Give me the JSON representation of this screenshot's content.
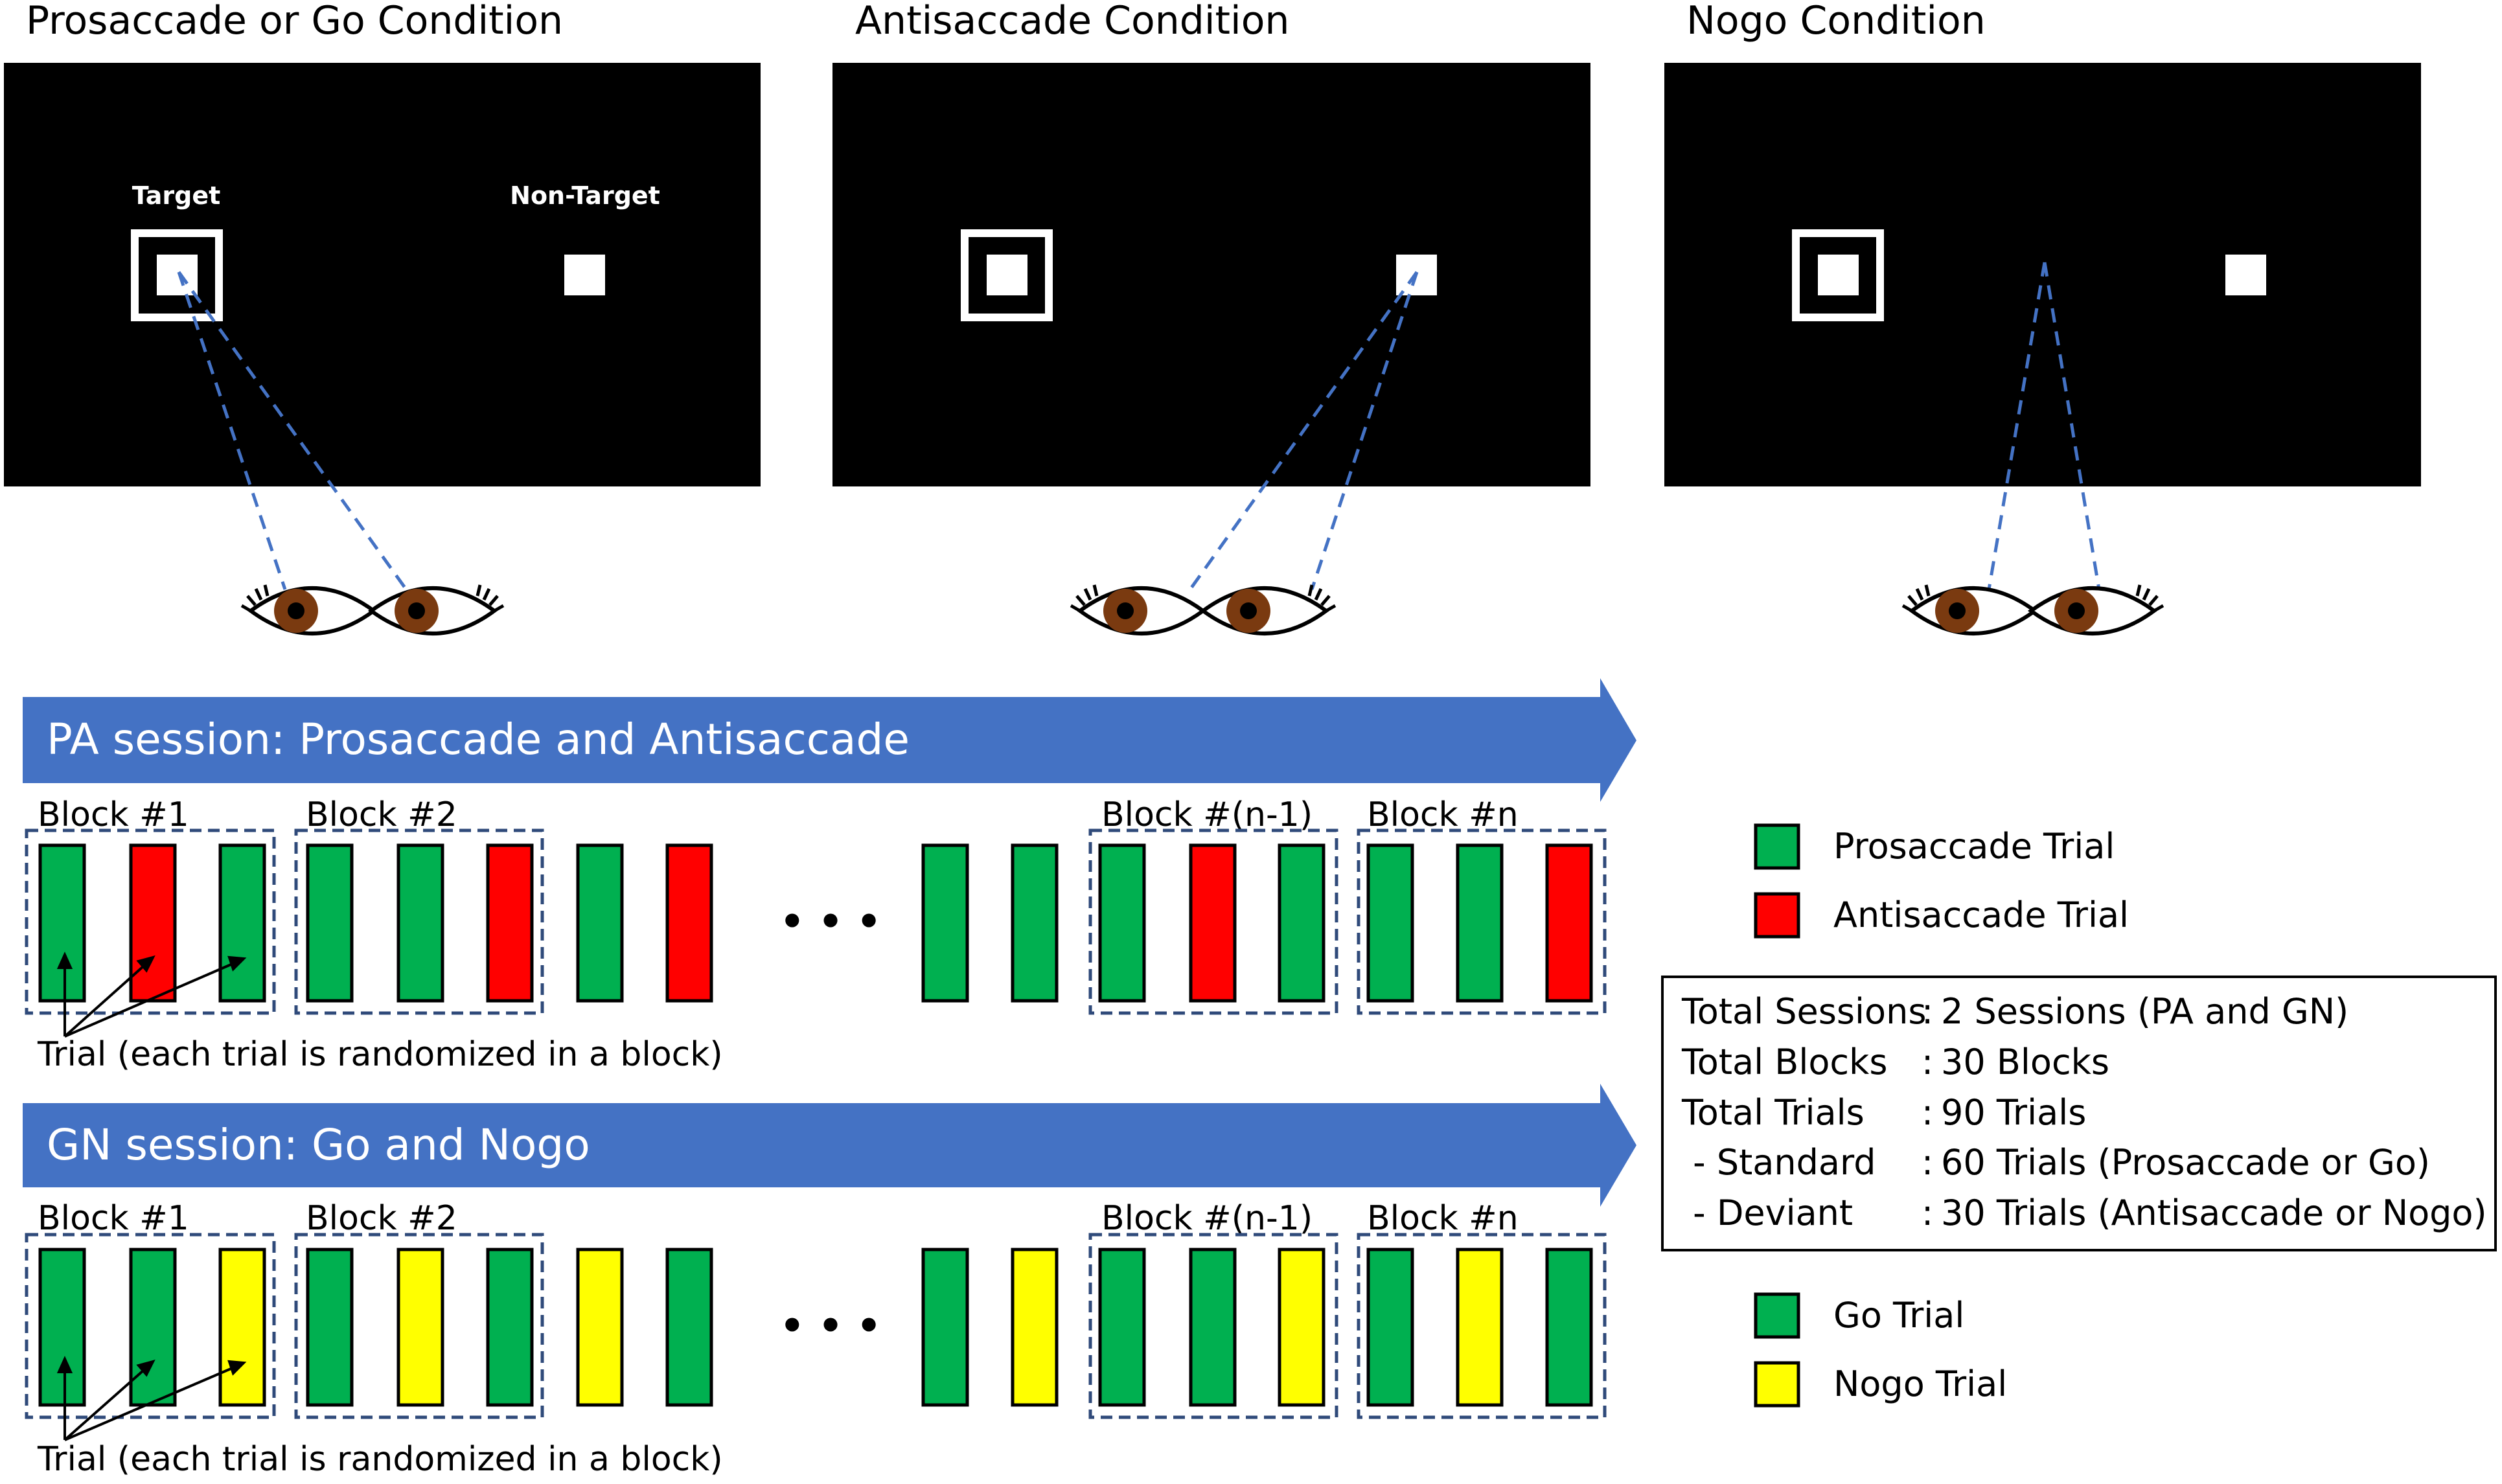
{
  "conditions": {
    "prosaccade": {
      "title": "Prosaccade or Go Condition",
      "target_label": "Target",
      "nontarget_label": "Non-Target"
    },
    "antisaccade": {
      "title": "Antisaccade Condition"
    },
    "nogo": {
      "title": "Nogo Condition"
    }
  },
  "sessions": {
    "pa": {
      "title": "PA session: Prosaccade and Antisaccade",
      "block_labels": [
        "Block #1",
        "Block #2",
        "Block #(n-1)",
        "Block #n"
      ],
      "trials": [
        "P",
        "A",
        "P",
        "P",
        "P",
        "A",
        "P",
        "A",
        "P",
        "P",
        "P",
        "A",
        "P",
        "P",
        "P",
        "A"
      ],
      "trial_note": "Trial (each trial is randomized in a block)",
      "ellipsis": "• • •"
    },
    "gn": {
      "title": "GN session: Go and Nogo",
      "block_labels": [
        "Block #1",
        "Block #2",
        "Block #(n-1)",
        "Block #n"
      ],
      "trials": [
        "G",
        "G",
        "N",
        "G",
        "N",
        "G",
        "N",
        "G",
        "G",
        "N",
        "G",
        "G",
        "N",
        "G",
        "N",
        "G"
      ],
      "trial_note": "Trial (each trial is randomized in a block)",
      "ellipsis": "• • •"
    }
  },
  "legend": {
    "prosaccade": "Prosaccade Trial",
    "antisaccade": "Antisaccade Trial",
    "go": "Go Trial",
    "nogo": "Nogo Trial"
  },
  "summary": {
    "rows": [
      {
        "label": "Total Sessions",
        "sep": ": ",
        "value": "2 Sessions (PA and GN)"
      },
      {
        "label": "Total Blocks",
        "sep": ": ",
        "value": "30 Blocks"
      },
      {
        "label": "Total Trials",
        "sep": ": ",
        "value": "90 Trials"
      },
      {
        "label": " - Standard",
        "sep": ": ",
        "value": "60 Trials (Prosaccade or Go)"
      },
      {
        "label": " - Deviant",
        "sep": ": ",
        "value": "30 Trials (Antisaccade or Nogo)"
      }
    ]
  },
  "colors": {
    "screen": "#000000",
    "arrow": "#4472c4",
    "green": "#00b050",
    "red": "#ff0000",
    "yellow": "#ffff00",
    "dash": "#2f4a7a",
    "iris": "#7a3a10"
  }
}
